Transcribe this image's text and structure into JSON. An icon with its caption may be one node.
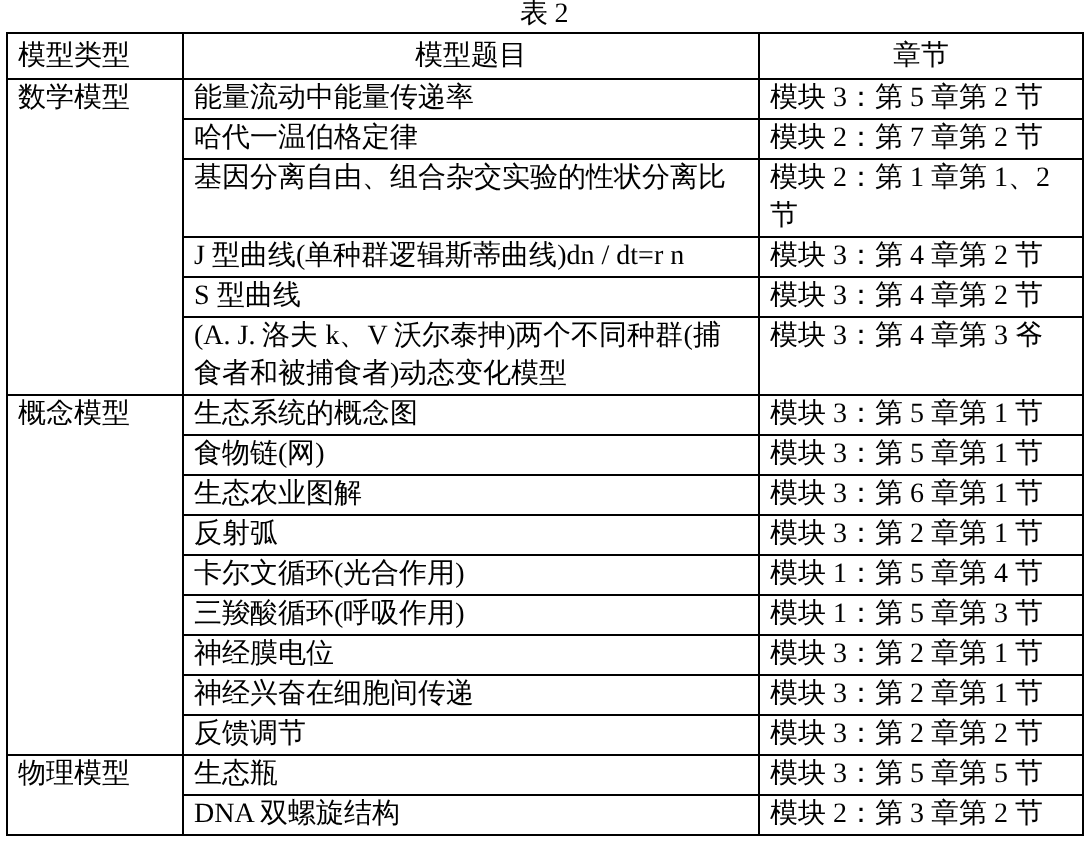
{
  "diagram": {
    "title": "表 2",
    "labels": [
      "模型类型",
      "模型题目",
      "章节",
      "数学模型",
      "能量流动中能量传递率",
      "模块 3：第 5 章第 2 节",
      "哈代一温伯格定律",
      "模块 2：第 7 章第 2 节",
      "基因分离自由、组合杂交实验的性状分离比",
      "模块 2：第 1 章第 1、2 节",
      "J 型曲线(单种群逻辑斯蒂曲线)dn / dt=r n",
      "模块 3：第 4 章第 2 节",
      "S 型曲线",
      "模块 3：第 4 章第 2 节",
      "(A. J. 洛夫 k、V 沃尔泰抻)两个不同种群(捕食者和被捕食者)动态变化模型",
      "模块 3：第 4 章第 3 爷",
      "概念模型",
      "生态系统的概念图",
      "模块 3：第 5 章第 1 节",
      "食物链(网)",
      "模块 3：第 5 章第 1 节",
      "生态农业图解",
      "模块 3：第 6 章第 1 节",
      "反射弧",
      "模块 3：第 2 章第 1 节",
      "卡尔文循环(光合作用)",
      "模块 1：第 5 章第 4 节",
      "三羧酸循环(呼吸作用)",
      "模块 1：第 5 章第 3 节",
      "神经膜电位",
      "模块 3：第 2 章第 1 节",
      "神经兴奋在细胞间传递",
      "模块 3：第 2 章第 1 节",
      "反馈调节",
      "模块 3：第 2 章第 2 节",
      "物理模型",
      "生态瓶",
      "模块 3：第 5 章第 5 节",
      "DNA 双螺旋结构",
      "模块 2：第 3 章第 2 节"
    ]
  }
}
